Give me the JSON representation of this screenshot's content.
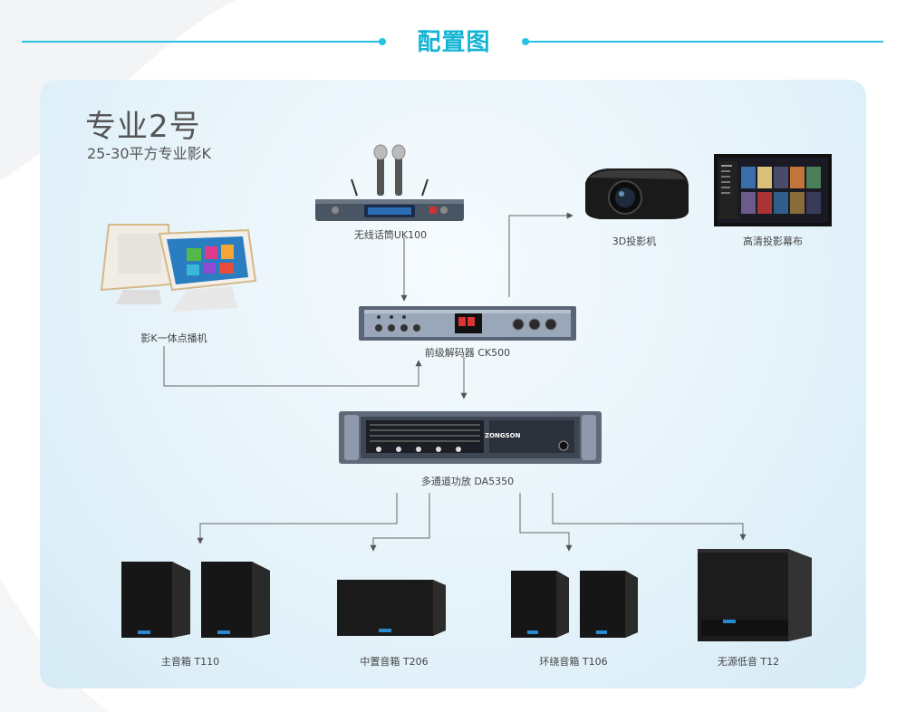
{
  "header": {
    "title": "配置图"
  },
  "plan": {
    "title": "专业2号",
    "subtitle": "25-30平方专业影K"
  },
  "devices": {
    "microphone": "无线话筒UK100",
    "projector": "3D投影机",
    "screen": "高清投影幕布",
    "jukebox": "影K一体点播机",
    "preamp": "前级解码器 CK500",
    "amplifier": "多通道功放 DA5350",
    "amp_brand": "ZONGSON",
    "main_speaker": "主音箱 T110",
    "center_speaker": "中置音箱 T206",
    "surround_speaker": "环绕音箱 T106",
    "subwoofer": "无源低音 T12"
  },
  "colors": {
    "accent": "#27c3e0",
    "title": "#13b4d6",
    "wire": "#666666"
  }
}
